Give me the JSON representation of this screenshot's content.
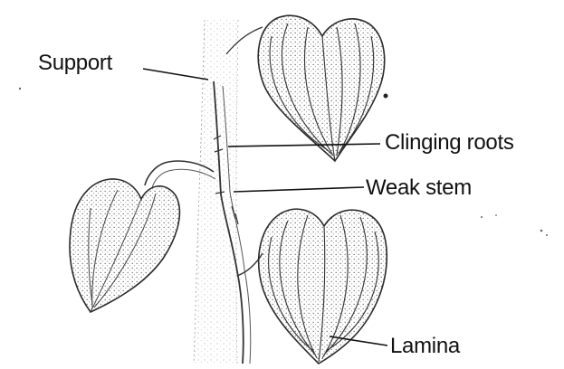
{
  "labels": {
    "support": "Support",
    "clinging_roots": "Clinging roots",
    "weak_stem": "Weak stem",
    "lamina": "Lamina"
  },
  "colors": {
    "ink": "#111111",
    "outline": "#2a2a2a",
    "stipple": "#555555",
    "support_fill": "#f4f4f4"
  }
}
